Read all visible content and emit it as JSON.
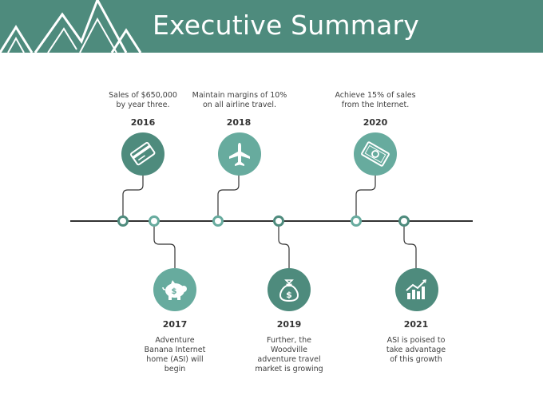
{
  "slide": {
    "title": "Executive Summary",
    "colors": {
      "header": "#4e8b7d",
      "dark_teal": "#4e8b7d",
      "light_teal": "#67ab9e",
      "line": "#333333"
    }
  },
  "milestones": [
    {
      "year": "2016",
      "text": "Sales of $650,000  by year three.",
      "icon": "credit-card-icon"
    },
    {
      "year": "2017",
      "text": "Adventure Banana Internet home (ASI) will begin",
      "icon": "piggy-bank-icon"
    },
    {
      "year": "2018",
      "text": "Maintain margins of 10% on all  airline travel.",
      "icon": "airplane-icon"
    },
    {
      "year": "2019",
      "text": "Further, the Woodville adventure travel market is growing",
      "icon": "money-bag-icon"
    },
    {
      "year": "2020",
      "text": "Achieve  15% of sales from the Internet.",
      "icon": "banknote-icon"
    },
    {
      "year": "2021",
      "text": "ASI is poised to take advantage of this growth",
      "icon": "growth-chart-icon"
    }
  ]
}
